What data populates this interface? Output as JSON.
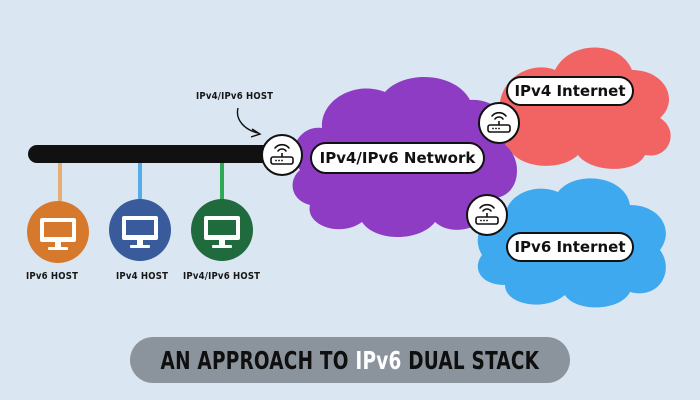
{
  "diagram": {
    "hosts": [
      {
        "id": "ipv6-host",
        "label": "IPv6 HOST",
        "color": "#d7792c",
        "wire_color": "#e6ad74"
      },
      {
        "id": "ipv4-host",
        "label": "IPv4 HOST",
        "color": "#395b9c",
        "wire_color": "#55ace6"
      },
      {
        "id": "dual-host",
        "label": "IPv4/IPv6 HOST",
        "color": "#1f6b3e",
        "wire_color": "#2eaa55"
      }
    ],
    "callout_label": "IPv4/IPv6 HOST",
    "network_cloud": {
      "label": "IPv4/IPv6 Network",
      "color": "#8e3cc4"
    },
    "ipv4_cloud": {
      "label": "IPv4 Internet",
      "color": "#f26363"
    },
    "ipv6_cloud": {
      "label": "IPv6 Internet",
      "color": "#3fa9f0"
    },
    "backbone_color": "#111111"
  },
  "title": {
    "part1": "AN APPROACH TO ",
    "part2": "IPv6",
    "part3": " DUAL STACK"
  }
}
